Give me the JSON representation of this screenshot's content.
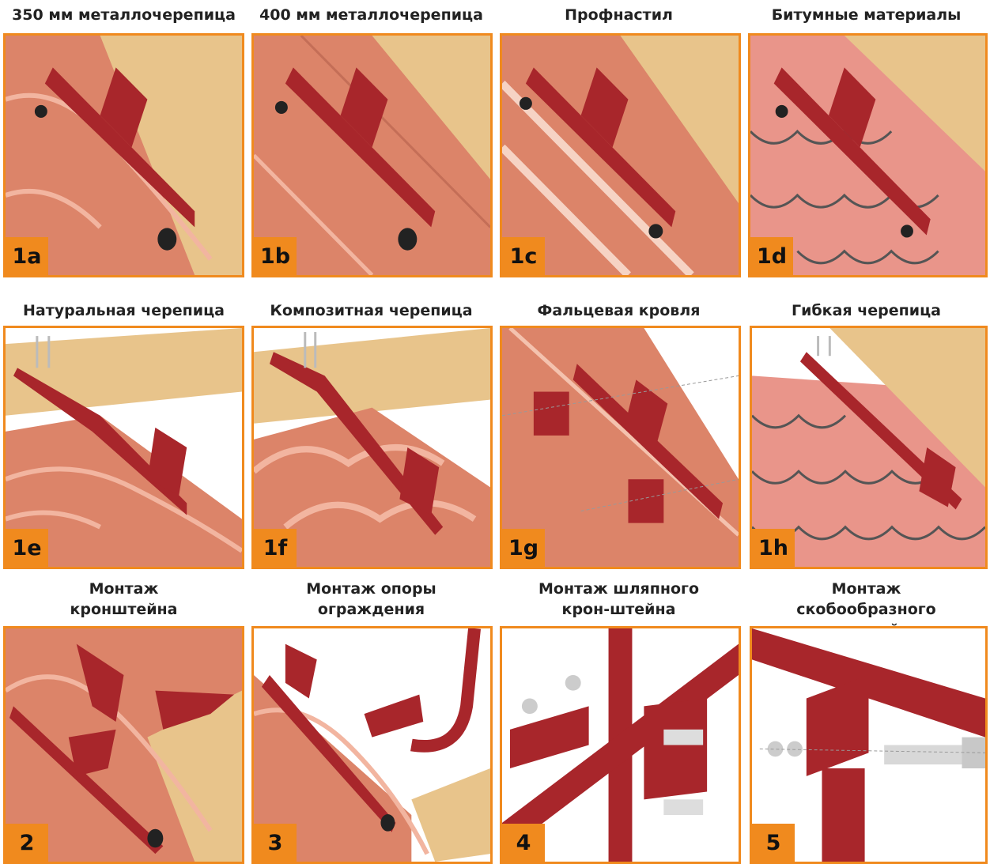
{
  "panels": [
    {
      "title": "350 мм металлочерепица",
      "label": "1a",
      "roof": "metal-tile"
    },
    {
      "title": "400 мм металлочерепица",
      "label": "1b",
      "roof": "metal-tile"
    },
    {
      "title": "Профнастил",
      "label": "1c",
      "roof": "profiled-sheet"
    },
    {
      "title": "Битумные материалы",
      "label": "1d",
      "roof": "shingle"
    },
    {
      "title": "Натуральная черепица",
      "label": "1e",
      "roof": "clay-tile"
    },
    {
      "title": "Композитная черепица",
      "label": "1f",
      "roof": "clay-tile"
    },
    {
      "title": "Фальцевая кровля",
      "label": "1g",
      "roof": "seam"
    },
    {
      "title": "Гибкая черепица",
      "label": "1h",
      "roof": "shingle"
    },
    {
      "title": "Монтаж кронштейна регулировочного",
      "label": "2",
      "roof": "metal-tile"
    },
    {
      "title": "Монтаж опоры ограждения",
      "label": "3",
      "roof": "metal-tile"
    },
    {
      "title": "Монтаж шляпного крон-штейна",
      "label": "4",
      "roof": "pipe"
    },
    {
      "title": "Монтаж скобообразного кронштейна",
      "label": "5",
      "roof": "pipe"
    }
  ],
  "colors": {
    "accent": "#f08a1e",
    "bracket": "#a8262b",
    "roof": "#d9806a",
    "wood": "#e9c98f"
  }
}
